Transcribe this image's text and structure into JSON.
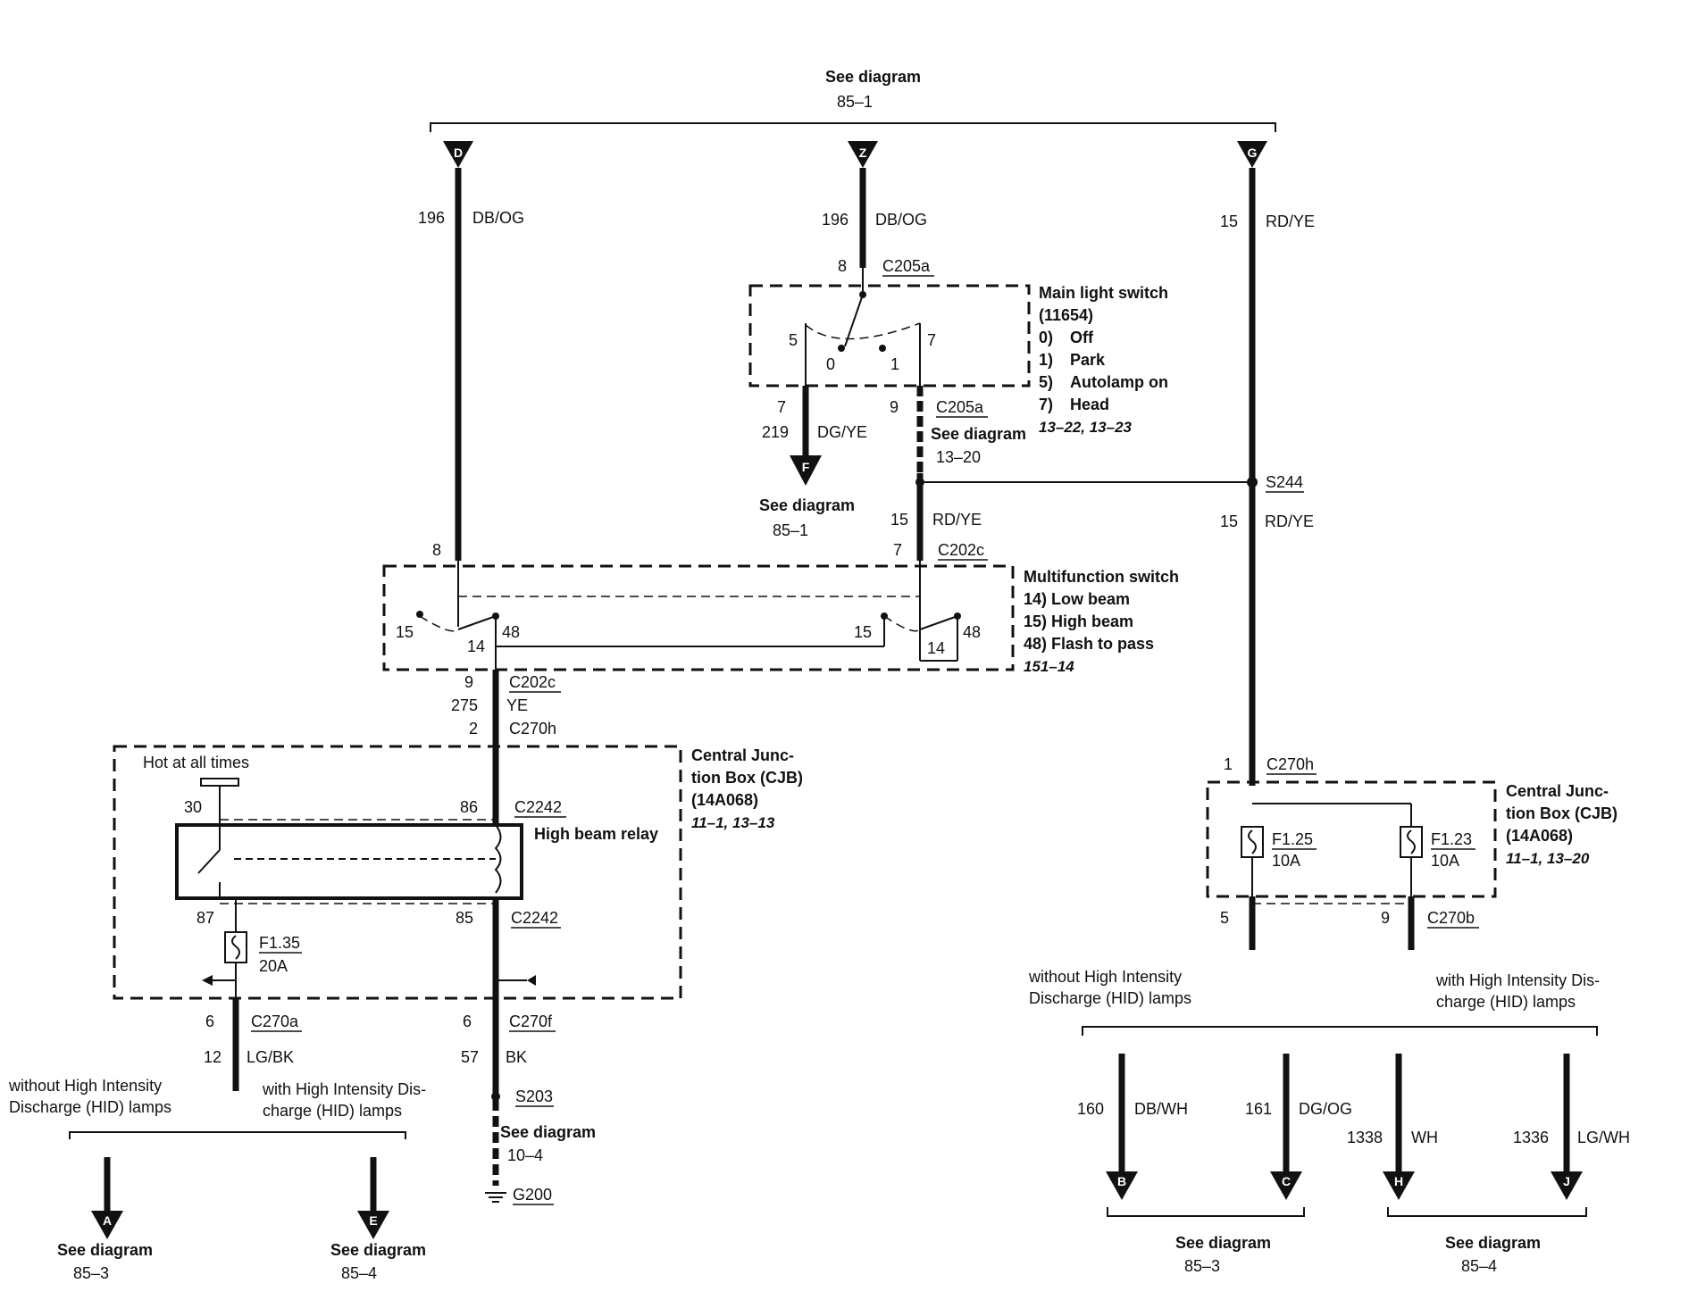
{
  "top": {
    "see": "See diagram",
    "ref": "85–1"
  },
  "connectors": {
    "D": "D",
    "Z": "Z",
    "G": "G",
    "F": "F",
    "A": "A",
    "E": "E",
    "B": "B",
    "C": "C",
    "H": "H",
    "J": "J"
  },
  "wires": {
    "d_num": "196",
    "d_col": "DB/OG",
    "z_num": "196",
    "z_col": "DB/OG",
    "g_num": "15",
    "g_col": "RD/YE",
    "f_pin": "7",
    "f_num": "219",
    "f_col": "DG/YE",
    "mid_pin": "9",
    "mid_num": "15",
    "mid_col": "RD/YE",
    "right_num2": "15",
    "right_col2": "RD/YE",
    "w275_num": "275",
    "w275_col": "YE",
    "w12_num": "12",
    "w12_col": "LG/BK",
    "w57_num": "57",
    "w57_col": "BK",
    "w160_num": "160",
    "w160_col": "DB/WH",
    "w161_num": "161",
    "w161_col": "DG/OG",
    "w1338_num": "1338",
    "w1338_col": "WH",
    "w1336_num": "1336",
    "w1336_col": "LG/WH"
  },
  "main_switch": {
    "pin_top": "8",
    "conn_top": "C205a",
    "conn_bot": "C205a",
    "p5": "5",
    "p7": "7",
    "p0": "0",
    "p1": "1",
    "title": "Main light switch",
    "part": "(11654)",
    "o0": "0)",
    "o0t": "Off",
    "o1": "1)",
    "o1t": "Park",
    "o5": "5)",
    "o5t": "Autolamp on",
    "o7": "7)",
    "o7t": "Head",
    "refs": "13–22, 13–23"
  },
  "see_1320": {
    "see": "See diagram",
    "ref": "13–20"
  },
  "see_f": {
    "see": "See diagram",
    "ref": "85–1"
  },
  "splice_s244": "S244",
  "multifunction": {
    "pin8": "8",
    "pin7": "7",
    "conn": "C202c",
    "l15": "15",
    "l14": "14",
    "l48": "48",
    "r15": "15",
    "r14": "14",
    "r48": "48",
    "title": "Multifunction switch",
    "o14": "14) Low beam",
    "o15": "15) High beam",
    "o48": "48) Flash to pass",
    "ref": "151–14"
  },
  "cjb_left": {
    "pin9": "9",
    "conn9": "C202c",
    "pin2": "2",
    "conn2": "C270h",
    "hot": "Hot at all times",
    "p30": "30",
    "p86": "86",
    "c86": "C2242",
    "relay": "High beam relay",
    "p87": "87",
    "p85": "85",
    "c85": "C2242",
    "fuse": "F1.35",
    "fuse_a": "20A",
    "title1": "Central Junc-",
    "title2": "tion Box (CJB)",
    "part": "(14A068)",
    "refs": "11–1, 13–13",
    "pin6a": "6",
    "conn6a": "C270a",
    "pin6f": "6",
    "conn6f": "C270f",
    "s203": "S203",
    "see_104": "See diagram",
    "ref_104": "10–4",
    "g200": "G200"
  },
  "cjb_right": {
    "pin1": "1",
    "conn1": "C270h",
    "f125": "F1.25",
    "f125a": "10A",
    "f123": "F1.23",
    "f123a": "10A",
    "title1": "Central Junc-",
    "title2": "tion Box (CJB)",
    "part": "(14A068)",
    "refs": "11–1, 13–20",
    "pin5": "5",
    "pin9": "9",
    "conn9": "C270b"
  },
  "hid": {
    "without1": "without High Intensity",
    "without2": "Discharge (HID) lamps",
    "with1": "with High Intensity Dis-",
    "with2": "charge (HID) lamps"
  },
  "bottom": {
    "see": "See diagram",
    "ref_853": "85–3",
    "ref_854": "85–4"
  }
}
